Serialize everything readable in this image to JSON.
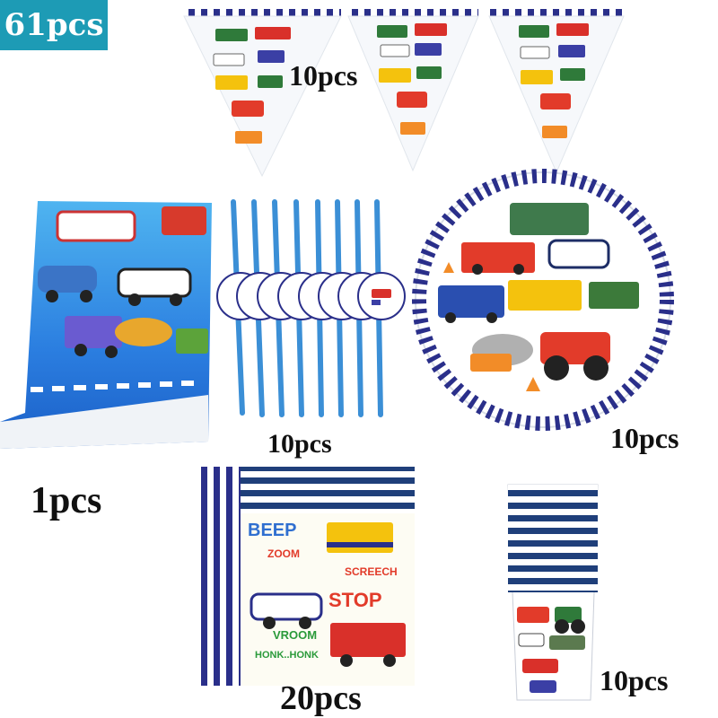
{
  "badge": {
    "label": "61pcs",
    "color": "#1d9bb5"
  },
  "products": {
    "banner": {
      "qty": "10pcs"
    },
    "straws": {
      "qty": "10pcs"
    },
    "plate": {
      "qty": "10pcs"
    },
    "tablecloth": {
      "qty": "1pcs"
    },
    "napkin": {
      "qty": "20pcs",
      "words": [
        "BEEP",
        "ZOOM",
        "SCREECH",
        "STOP",
        "VROOM",
        "HONK..HONK"
      ]
    },
    "cups": {
      "qty": "10pcs"
    }
  },
  "colors": {
    "navy_stripe": "#2a2f8a",
    "straw_blue": "#3b8fd6",
    "tablecloth_blue": "#2f7fe0",
    "road_blue": "#1f62c9"
  }
}
